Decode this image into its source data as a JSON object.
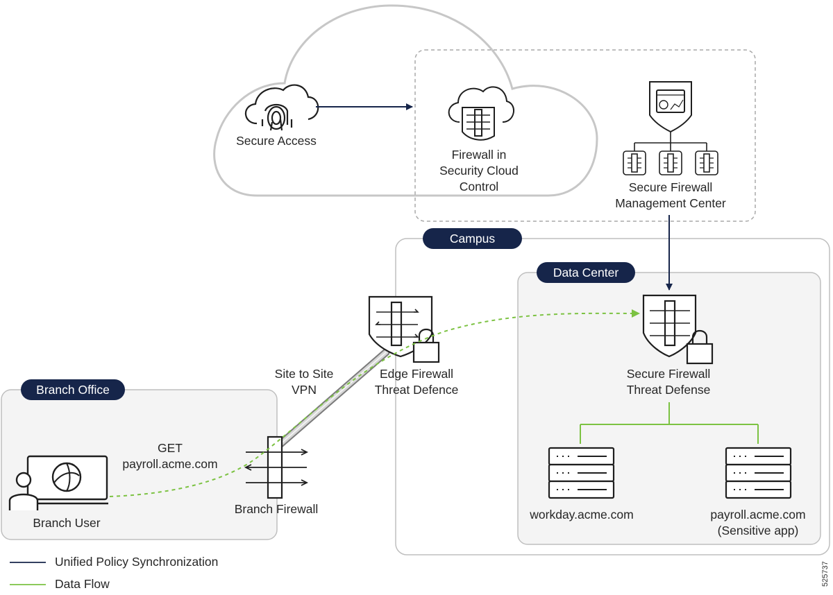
{
  "labels": {
    "secure_access": "Secure Access",
    "firewall_cloud": [
      "Firewall in",
      "Security Cloud",
      "Control"
    ],
    "fmc": [
      "Secure Firewall",
      "Management Center"
    ],
    "campus": "Campus",
    "data_center": "Data Center",
    "branch_office": "Branch Office",
    "site_vpn": [
      "Site to Site",
      "VPN"
    ],
    "edge_firewall": [
      "Edge Firewall",
      "Threat Defence"
    ],
    "threat_defense": [
      "Secure Firewall",
      "Threat Defense"
    ],
    "get_request": [
      "GET",
      "payroll.acme.com"
    ],
    "branch_firewall": "Branch Firewall",
    "branch_user": "Branch User",
    "workday": "workday.acme.com",
    "payroll": [
      "payroll.acme.com",
      "(Sensitive app)"
    ]
  },
  "legend": {
    "policy_sync": "Unified Policy Synchronization",
    "data_flow": "Data Flow"
  },
  "figure_id": "525737",
  "colors": {
    "navy": "#16254a",
    "data_flow": "#7cc242",
    "panel_fill": "#f4f4f4",
    "panel_stroke": "#bfbfbf"
  },
  "icons": [
    "cloud-fingerprint-icon",
    "cloud-firewall-icon",
    "management-center-icon",
    "firewall-shield-lock-icon",
    "firewall-icon",
    "workstation-user-icon",
    "server-icon"
  ]
}
